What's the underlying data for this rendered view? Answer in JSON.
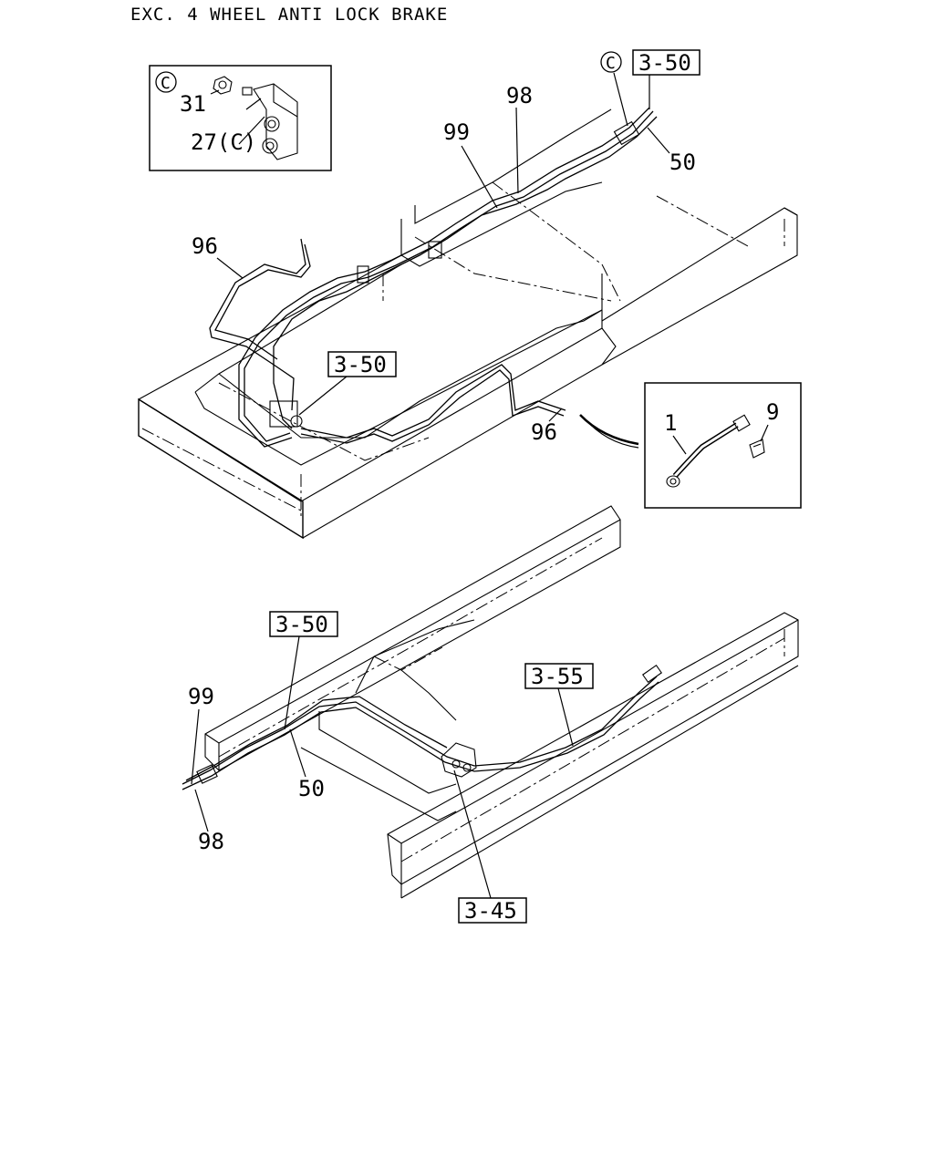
{
  "title": "EXC. 4 WHEEL ANTI LOCK BRAKE",
  "callouts": {
    "inset_c_marker": "C",
    "inset_31": "31",
    "inset_27c": "27(C)",
    "top_c_marker": "C",
    "top_ref_3_50": "3-50",
    "top_50": "50",
    "top_98": "98",
    "top_99": "99",
    "top_96_left": "96",
    "mid_ref_3_50": "3-50",
    "mid_96": "96",
    "detail_1": "1",
    "detail_9": "9",
    "bot_ref_3_50": "3-50",
    "bot_ref_3_55": "3-55",
    "bot_99": "99",
    "bot_50": "50",
    "bot_98": "98",
    "bot_ref_3_45": "3-45"
  }
}
